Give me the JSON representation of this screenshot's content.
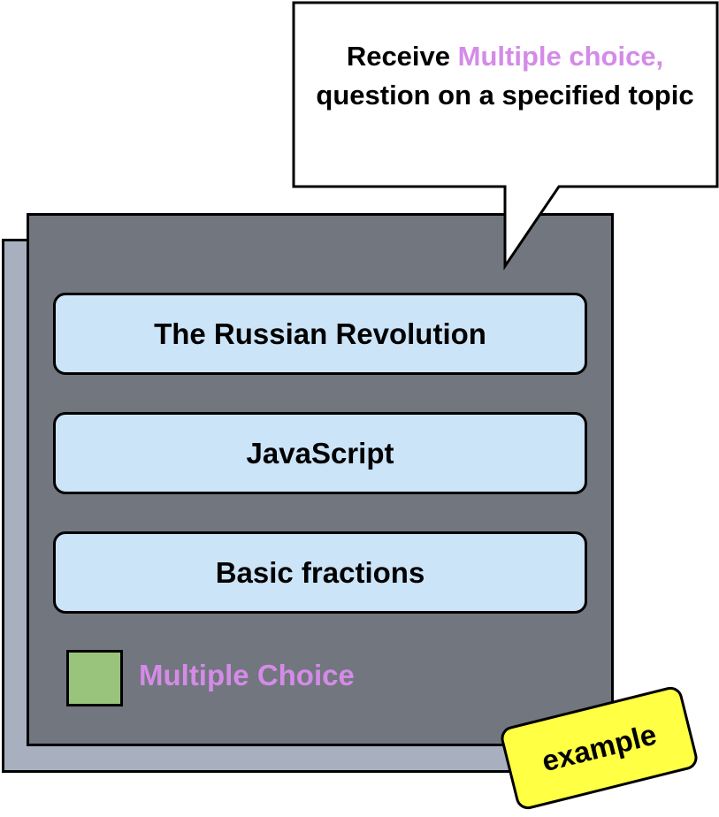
{
  "colors": {
    "back_card": "#a8b0bf",
    "front_card": "#72767e",
    "topic_button": "#cce4f8",
    "legend_swatch": "#98c47b",
    "accent_text": "#d48be8",
    "example_tag": "#ffff44",
    "callout_fill": "#ffffff"
  },
  "callout": {
    "text_part1": "Receive ",
    "highlight": "Multiple choice,",
    "text_part2": " question on a specified topic"
  },
  "topics": [
    {
      "label": "The Russian Revolution"
    },
    {
      "label": "JavaScript"
    },
    {
      "label": "Basic fractions"
    }
  ],
  "legend": {
    "label": "Multiple Choice"
  },
  "tag": {
    "label": "example"
  }
}
